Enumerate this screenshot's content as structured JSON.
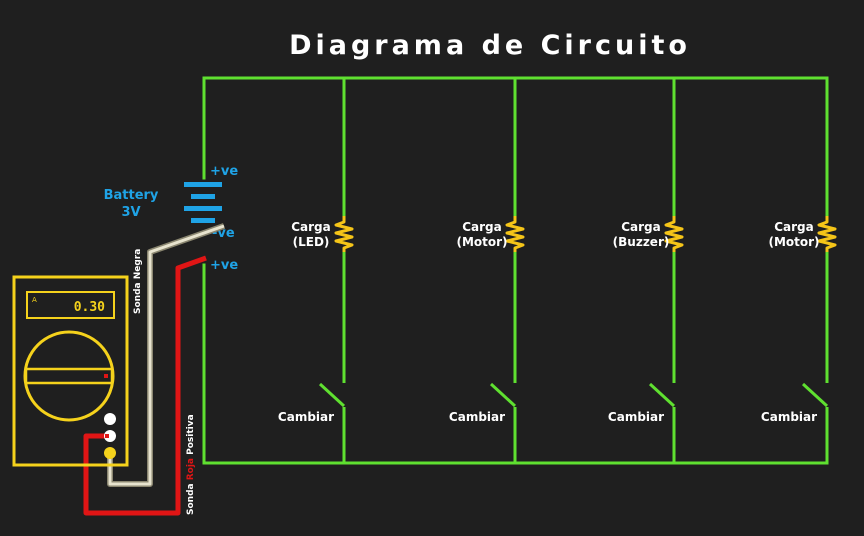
{
  "title": "Diagrama de Circuito",
  "colors": {
    "background": "#1f1f1f",
    "wire": "#5fe030",
    "battery": "#1fa3e6",
    "meter": "#f5d21c",
    "probe_red": "#e01515",
    "probe_black": "#e8e4cf",
    "load": "#f5c518"
  },
  "battery": {
    "label": "Battery",
    "voltage": "3V",
    "positive_label": "+ve",
    "negative_label": "-ve",
    "positive_label_2": "+ve"
  },
  "branches": [
    {
      "load_label": "Carga",
      "load_name": "(LED)",
      "switch_label": "Cambiar"
    },
    {
      "load_label": "Carga",
      "load_name": "(Motor)",
      "switch_label": "Cambiar"
    },
    {
      "load_label": "Carga",
      "load_name": "(Buzzer)",
      "switch_label": "Cambiar"
    },
    {
      "load_label": "Carga",
      "load_name": "(Motor)",
      "switch_label": "Cambiar"
    }
  ],
  "multimeter": {
    "reading": "0.30",
    "unit": "A"
  },
  "probes": {
    "black_label": "Sonda Negra",
    "red_label": "Sonda Roja Positiva"
  }
}
